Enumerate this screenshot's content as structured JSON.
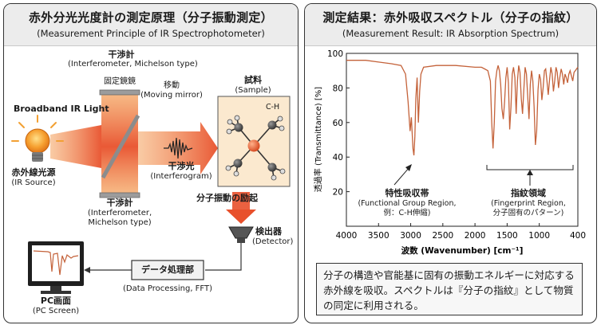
{
  "left": {
    "title": "赤外分光光度計の測定原理（分子振動測定）",
    "subtitle": "(Measurement Principle of IR Spectrophotometer)",
    "interferometer_top_ja": "干渉計",
    "interferometer_top_en": "(Interferometer, Michelson type)",
    "fixed_mirror": "固定鏡鏡",
    "moving_mirror_ja": "移動",
    "moving_mirror_en": "(Moving mirror)",
    "broadband_ir": "Broadband IR Light",
    "ir_source_ja": "赤外線光源",
    "ir_source_en": "(IR Source)",
    "interferogram_ja": "干渉光",
    "interferogram_en": "(Interferogram)",
    "sample_ja": "試料",
    "sample_en": "(Sample)",
    "ch_label": "C-H",
    "excitation": "分子振動の励起",
    "interferometer_bottom_ja": "干渉計",
    "interferometer_bottom_en_1": "(Interferometer,",
    "interferometer_bottom_en_2": "Michelson type)",
    "detector_ja": "検出器",
    "detector_en": "(Detector)",
    "data_processing_ja": "データ処理部",
    "data_processing_en": "(Data Processing, FFT)",
    "pc_screen_ja": "PC画面",
    "pc_screen_en": "(PC Screen)"
  },
  "right": {
    "title": "測定結果：赤外吸収スペクトル（分子の指紋）",
    "subtitle": "(Measurement Result: IR Absorption Spectrum)",
    "functional_ja": "特性吸収帯",
    "functional_en_1": "(Functional Group Region,",
    "functional_en_2": "例：C-H伸縮)",
    "fingerprint_ja": "指紋領域",
    "fingerprint_en_1": "(Fingerprint Region,",
    "fingerprint_en_2": "分子固有のパターン)",
    "note": "分子の構造や官能基に固有の振動エネルギーに対応する赤外線を吸収。スペクトルは『分子の指紋』として物質の同定に利用される。"
  },
  "colors": {
    "spectrum": "#c4623a",
    "beam": "#e8502b",
    "beam_light": "#f2a65a",
    "bulb": "#f28c28"
  },
  "chart_data": {
    "type": "line",
    "xlabel": "波数 (Wavenumber) [cm⁻¹]",
    "ylabel": "透過率 (Transmittance) [%]",
    "xlim": [
      4000,
      400
    ],
    "ylim": [
      0,
      100
    ],
    "x_ticks": [
      4000,
      3500,
      3000,
      2500,
      2000,
      1500,
      1000,
      400
    ],
    "y_ticks": [
      20,
      40,
      60,
      80,
      100
    ],
    "grid": false,
    "series": [
      {
        "x": [
          4000,
          3700,
          3500,
          3300,
          3150,
          3080,
          3040,
          3010,
          2990,
          2965,
          2950,
          2935,
          2920,
          2900,
          2880,
          2860,
          2840,
          2800,
          2600,
          2300,
          2000,
          1900,
          1850,
          1800,
          1760,
          1740,
          1720,
          1700,
          1680,
          1660,
          1640,
          1620,
          1600,
          1580,
          1560,
          1540,
          1520,
          1500,
          1480,
          1460,
          1440,
          1420,
          1400,
          1380,
          1360,
          1340,
          1320,
          1300,
          1280,
          1260,
          1240,
          1220,
          1200,
          1180,
          1160,
          1140,
          1120,
          1100,
          1080,
          1060,
          1040,
          1020,
          1000,
          980,
          960,
          940,
          920,
          900,
          880,
          860,
          840,
          820,
          800,
          780,
          760,
          740,
          720,
          700,
          680,
          660,
          640,
          620,
          600,
          580,
          560,
          540,
          520,
          500,
          480,
          460,
          440,
          420,
          400
        ],
        "y": [
          96,
          96,
          95,
          94,
          93,
          88,
          72,
          55,
          63,
          45,
          41,
          52,
          74,
          86,
          60,
          78,
          88,
          92,
          93,
          93,
          92,
          92,
          91,
          90,
          84,
          60,
          45,
          60,
          84,
          90,
          93,
          90,
          82,
          68,
          62,
          72,
          86,
          92,
          83,
          56,
          69,
          88,
          92,
          86,
          65,
          84,
          93,
          89,
          74,
          65,
          79,
          92,
          88,
          75,
          62,
          82,
          90,
          84,
          69,
          47,
          55,
          79,
          88,
          85,
          73,
          80,
          90,
          91,
          84,
          76,
          85,
          92,
          88,
          78,
          84,
          92,
          89,
          80,
          86,
          91,
          88,
          82,
          88,
          86,
          83,
          88,
          90,
          87,
          84,
          89,
          90,
          91,
          92
        ]
      }
    ]
  }
}
